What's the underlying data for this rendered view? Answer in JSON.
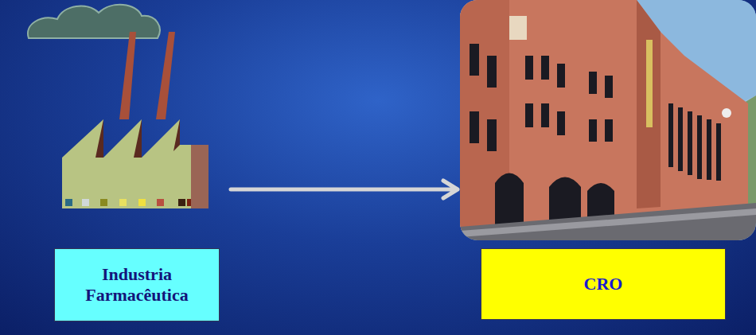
{
  "diagram": {
    "nodes": [
      {
        "text": [
          "Industria Farmacêutica"
        ]
      },
      {
        "text": [
          "CRO"
        ]
      }
    ],
    "edges": [
      {
        "from": 0,
        "to": 1,
        "arrow": "to"
      }
    ]
  }
}
